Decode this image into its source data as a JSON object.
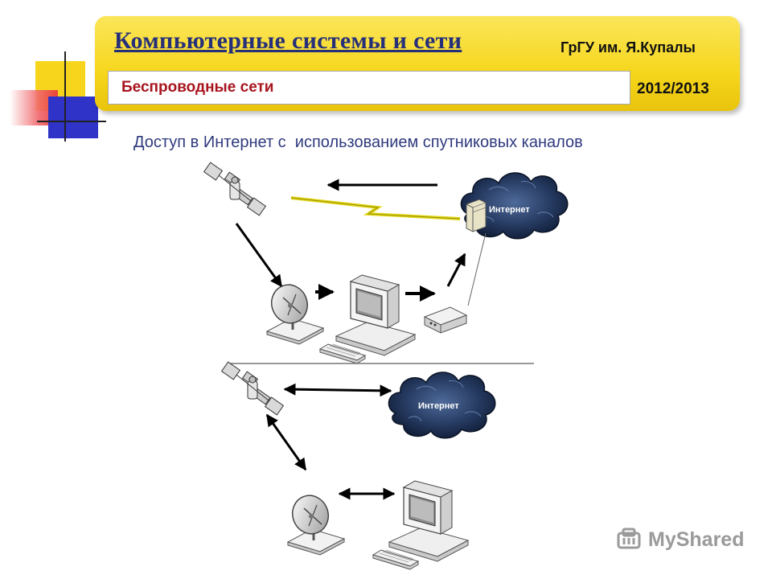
{
  "header": {
    "course_title": "Компьютерные системы и сети",
    "university": "ГрГУ им. Я.Купалы",
    "topic": "Беспроводные сети",
    "year": "2012/2013"
  },
  "slide": {
    "heading": "Доступ в Интернет с  использованием спутниковых каналов"
  },
  "diagram": {
    "cloud_label_top": "Интернет",
    "cloud_label_bottom": "Интернет",
    "icons": [
      "satellite-icon",
      "satellite-dish-icon",
      "computer-icon",
      "modem-icon",
      "server-icon",
      "cloud-icon",
      "lightning-icon"
    ]
  },
  "watermark": {
    "text": "MyShared"
  }
}
